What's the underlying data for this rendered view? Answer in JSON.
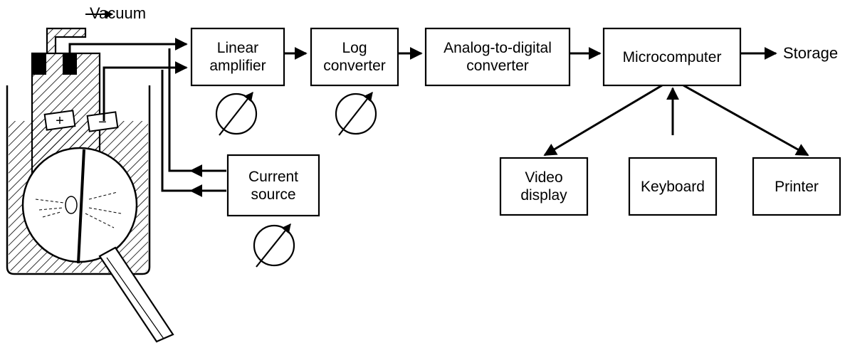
{
  "labels": {
    "vacuum": "Vacuum",
    "storage": "Storage",
    "plus": "+",
    "minus": "−"
  },
  "blocks": {
    "linear_amplifier": [
      "Linear",
      "amplifier"
    ],
    "log_converter": [
      "Log",
      "converter"
    ],
    "adc": [
      "Analog-to-digital",
      "converter"
    ],
    "microcomputer": [
      "Microcomputer"
    ],
    "current_source": [
      "Current",
      "source"
    ],
    "video_display": [
      "Video",
      "display"
    ],
    "keyboard": [
      "Keyboard"
    ],
    "printer": [
      "Printer"
    ]
  },
  "colors": {
    "line": "#000000",
    "background": "#ffffff"
  },
  "icons": [
    "meter-icon",
    "arrow-icon",
    "electrode-plus-icon",
    "electrode-minus-icon",
    "thermocouple-sphere-icon",
    "handle-icon"
  ]
}
